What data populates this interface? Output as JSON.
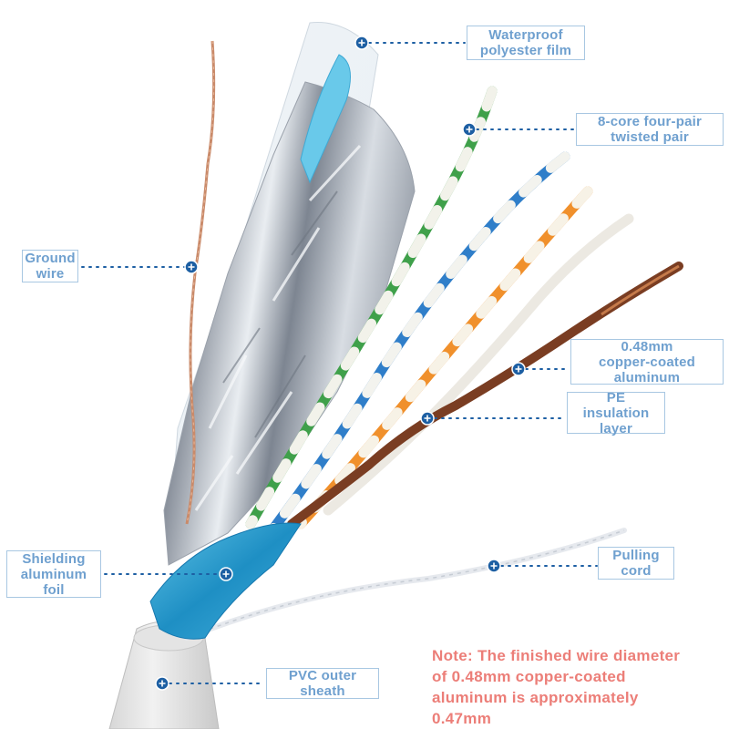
{
  "labels": {
    "waterproof": [
      "Waterproof",
      "polyester film"
    ],
    "twisted_pair": [
      "8-core four-pair",
      "twisted pair"
    ],
    "ground_wire": [
      "Ground",
      "wire"
    ],
    "copper_coated": [
      "0.48mm",
      "copper-coated",
      "aluminum"
    ],
    "pe_insulation": [
      "PE",
      "insulation",
      "layer"
    ],
    "shielding": [
      "Shielding",
      "aluminum",
      "foil"
    ],
    "pulling_cord": [
      "Pulling",
      "cord"
    ],
    "pvc_sheath": [
      "PVC outer",
      "sheath"
    ]
  },
  "note": [
    "Note: The finished wire diameter",
    "of 0.48mm copper-coated",
    "aluminum is approximately",
    "0.47mm"
  ],
  "colors": {
    "label_text": "#6fa0cf",
    "label_border": "#a8c7e2",
    "marker": "#1d5fa3",
    "note_text": "#ec7e78"
  }
}
